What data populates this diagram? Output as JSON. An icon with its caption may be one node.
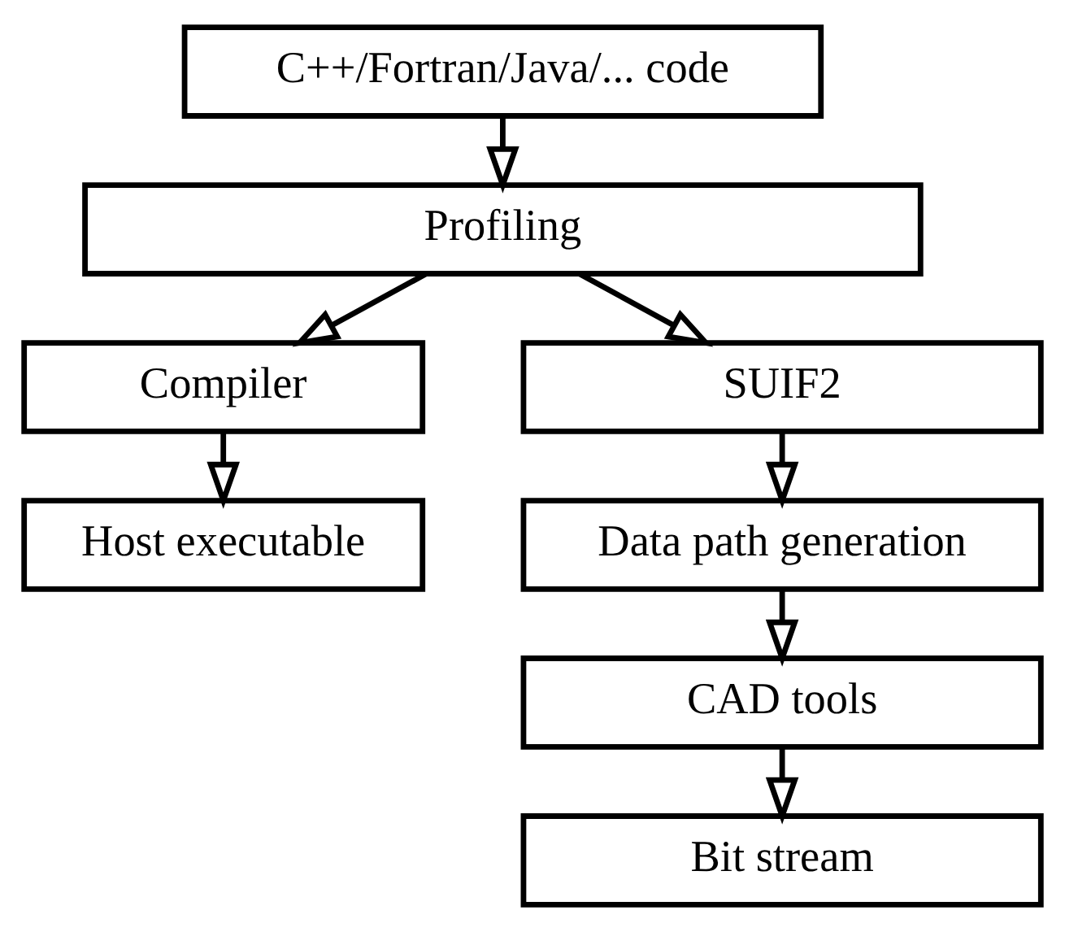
{
  "diagram": {
    "nodes": [
      {
        "text": [
          "C++/Fortran/Java/... code"
        ]
      },
      {
        "text": [
          "Profiling"
        ]
      },
      {
        "text": [
          "Compiler"
        ]
      },
      {
        "text": [
          "SUIF2"
        ]
      },
      {
        "text": [
          "Host executable"
        ]
      },
      {
        "text": [
          "Data path generation"
        ]
      },
      {
        "text": [
          "CAD tools"
        ]
      },
      {
        "text": [
          "Bit stream"
        ]
      }
    ],
    "edges": [
      {
        "from": 0,
        "to": 1,
        "arrow": "to"
      },
      {
        "from": 1,
        "to": 2,
        "arrow": "to"
      },
      {
        "from": 1,
        "to": 3,
        "arrow": "to"
      },
      {
        "from": 2,
        "to": 4,
        "arrow": "to"
      },
      {
        "from": 3,
        "to": 5,
        "arrow": "to"
      },
      {
        "from": 5,
        "to": 6,
        "arrow": "to"
      },
      {
        "from": 6,
        "to": 7,
        "arrow": "to"
      }
    ]
  }
}
